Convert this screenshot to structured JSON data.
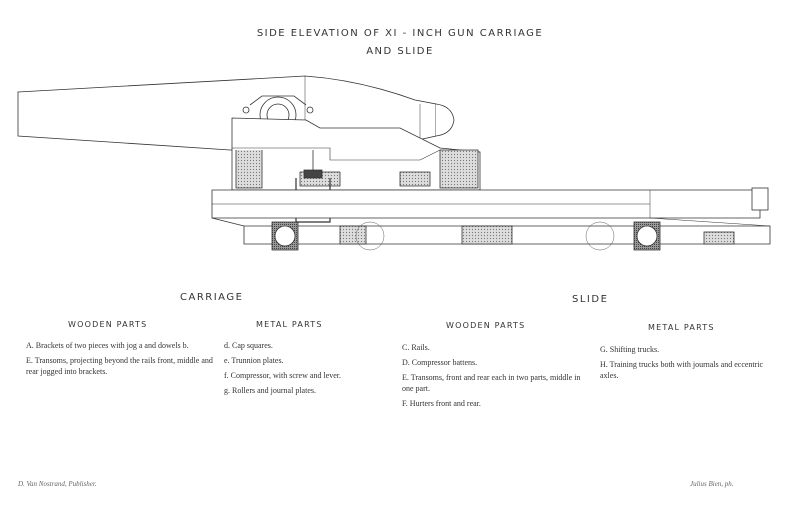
{
  "title": {
    "line1": "SIDE ELEVATION OF XI - INCH GUN CARRIAGE",
    "line2": "AND SLIDE"
  },
  "carriage": {
    "heading": "CARRIAGE",
    "wooden": {
      "heading": "WOODEN PARTS",
      "items": [
        "A. Brackets of two pieces with jog a and dowels b.",
        "E. Transoms, projecting beyond the rails front, middle and rear jogged into brackets."
      ]
    },
    "metal": {
      "heading": "METAL PARTS",
      "items": [
        "d. Cap squares.",
        "e. Trunnion plates.",
        "f. Compressor, with screw and lever.",
        "g. Rollers and journal plates."
      ]
    }
  },
  "slide": {
    "heading": "SLIDE",
    "wooden": {
      "heading": "WOODEN PARTS",
      "items": [
        "C. Rails.",
        "D. Compressor battens.",
        "E. Transoms, front and rear each in two parts, middle in one part.",
        "F. Hurters front and rear."
      ]
    },
    "metal": {
      "heading": "METAL PARTS",
      "items": [
        "G. Shifting trucks.",
        "H. Training trucks both with journals and eccentric axles."
      ]
    }
  },
  "footer": {
    "publisher": "D. Van Nostrand, Publisher.",
    "engraver": "Julius Bien, ph."
  }
}
